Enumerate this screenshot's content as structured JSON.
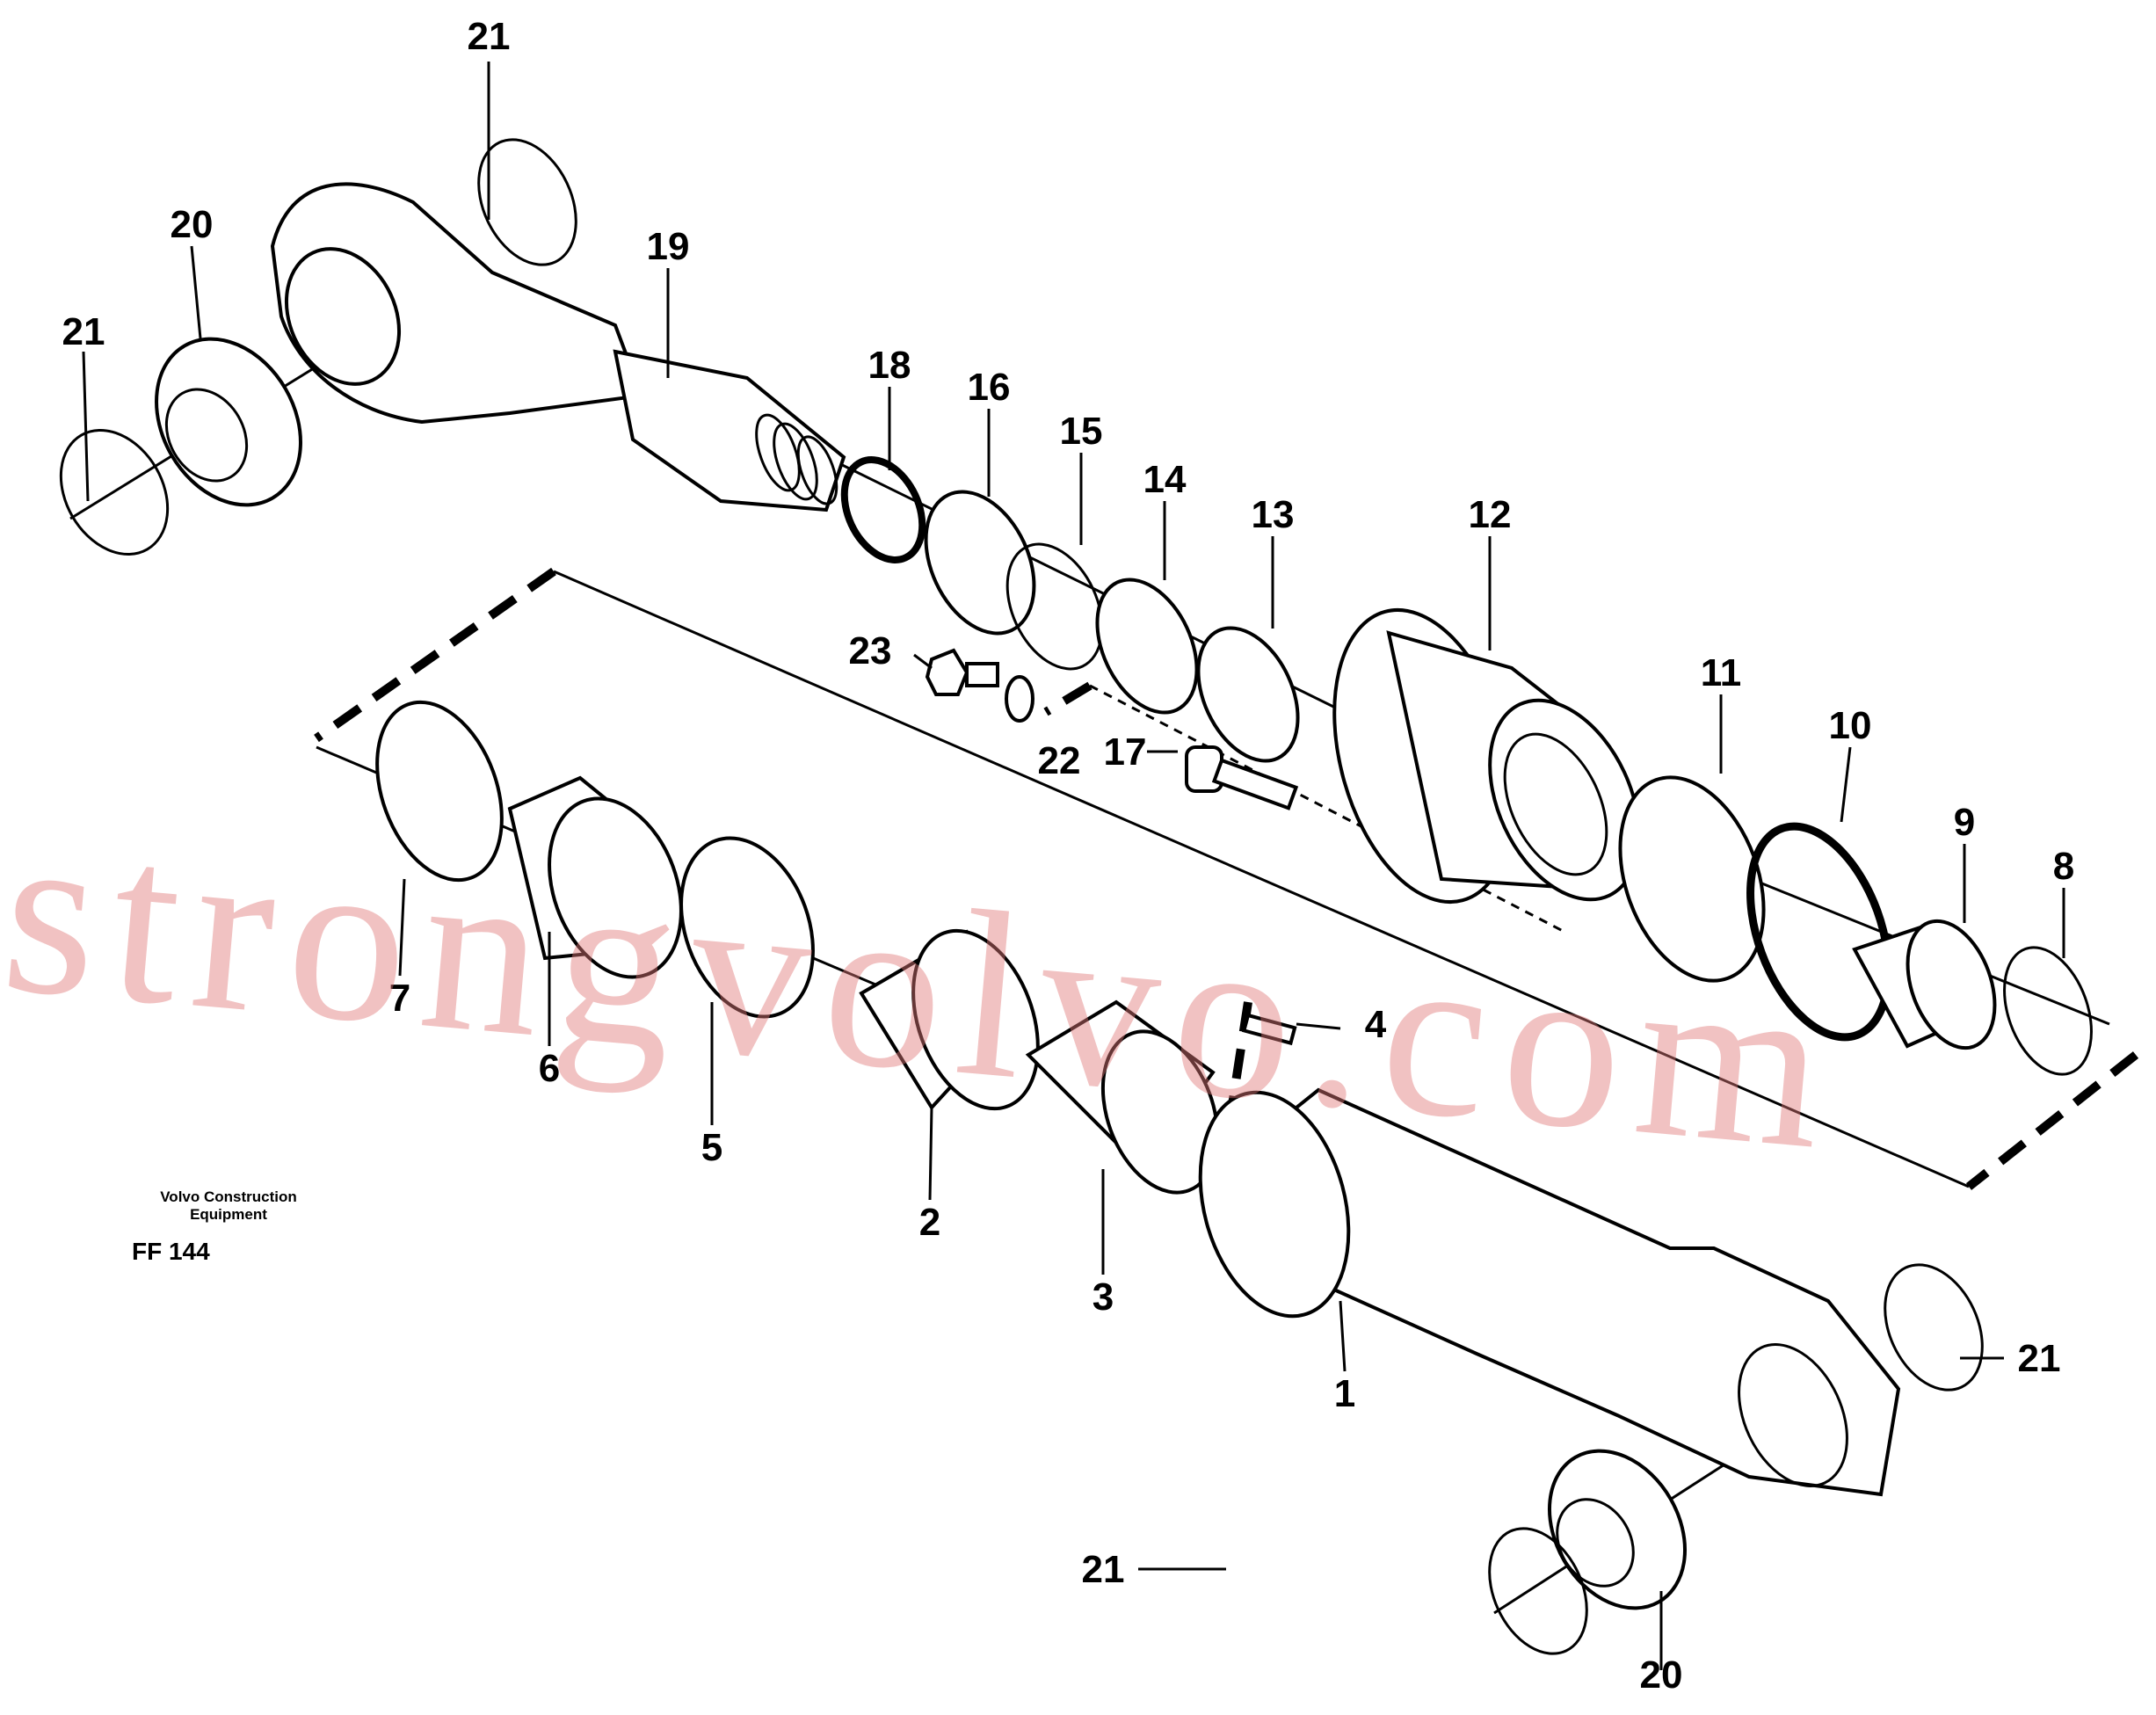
{
  "title_block": {
    "company_line1": "Volvo Construction",
    "company_line2": "Equipment",
    "figure_code": "FF 144"
  },
  "watermark": "strongvolvo.com",
  "labels": {
    "p1": "1",
    "p2": "2",
    "p3": "3",
    "p4": "4",
    "p5": "5",
    "p6": "6",
    "p7": "7",
    "p8": "8",
    "p9": "9",
    "p10": "10",
    "p11": "11",
    "p12": "12",
    "p13": "13",
    "p14": "14",
    "p15": "15",
    "p16": "16",
    "p17": "17",
    "p18": "18",
    "p19": "19",
    "p20a": "20",
    "p20b": "20",
    "p21a": "21",
    "p21b": "21",
    "p21c": "21",
    "p21d": "21",
    "p22": "22",
    "p23": "23"
  },
  "colors": {
    "line": "#000000",
    "watermark": "#e07878",
    "background": "#ffffff"
  }
}
